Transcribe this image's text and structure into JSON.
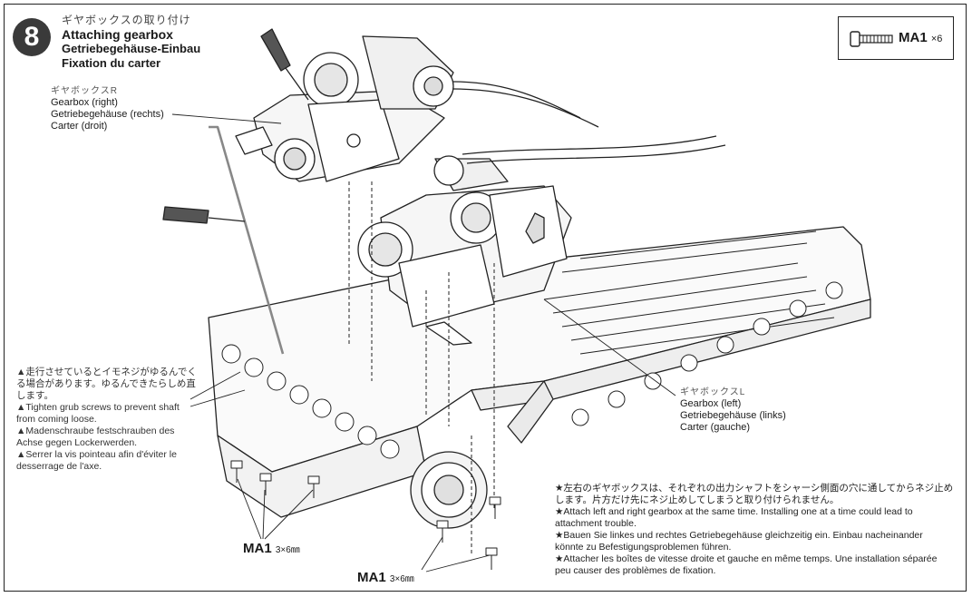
{
  "step": {
    "number": "8"
  },
  "title": {
    "jp": "ギヤボックスの取り付け",
    "en": "Attaching gearbox",
    "de": "Getriebegehäuse-Einbau",
    "fr": "Fixation du carter"
  },
  "hardware": {
    "part": "MA1",
    "qty": "×6",
    "icon": "screw-icon"
  },
  "gearbox_right": {
    "jp": "ギヤボックスR",
    "en": "Gearbox (right)",
    "de": "Getriebegehäuse (rechts)",
    "fr": "Carter (droit)"
  },
  "gearbox_left": {
    "jp": "ギヤボックスL",
    "en": "Gearbox (left)",
    "de": "Getriebegehäuse (links)",
    "fr": "Carter (gauche)"
  },
  "warning": {
    "jp": "▲走行させているとイモネジがゆるんでくる場合があります。ゆるんできたらしめ直します。",
    "en": "▲Tighten grub screws to prevent shaft from coming loose.",
    "de": "▲Madenschraube festschrauben des Achse gegen Lockerwerden.",
    "fr": "▲Serrer la vis pointeau afin d'éviter le desserrage de l'axe."
  },
  "note": {
    "jp": "★左右のギヤボックスは、それぞれの出力シャフトをシャーシ側面の穴に通してからネジ止めします。片方だけ先にネジ止めしてしまうと取り付けられません。",
    "en": "★Attach left and right gearbox at the same time. Installing one at a time could lead to attachment trouble.",
    "de": "★Bauen Sie linkes und rechtes Getriebegehäuse gleichzeitig ein. Einbau nacheinander könnte zu Befestigungsproblemen führen.",
    "fr": "★Attacher les boîtes de vitesse droite et gauche en même temps. Une installation séparée peu causer des problèmes de fixation."
  },
  "screw_labels": [
    {
      "part": "MA1",
      "dim": "3×6㎜"
    },
    {
      "part": "MA1",
      "dim": "3×6㎜"
    }
  ]
}
